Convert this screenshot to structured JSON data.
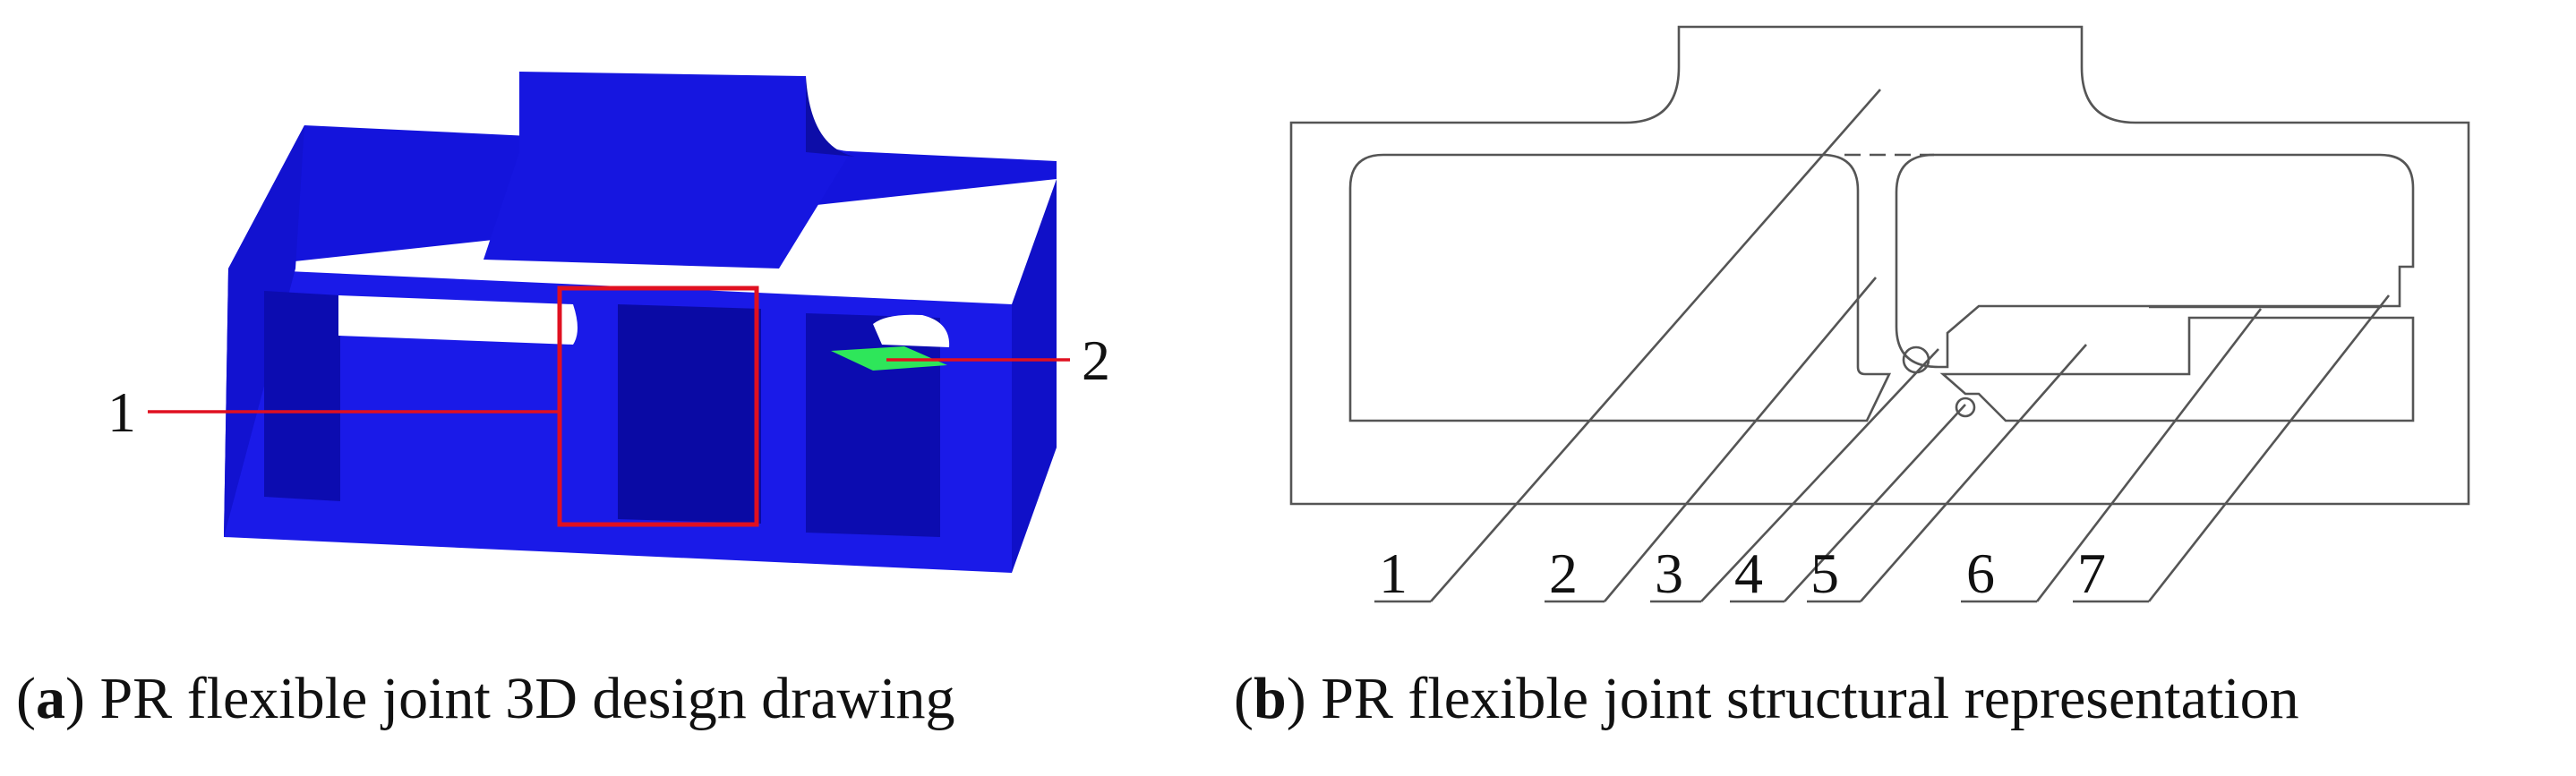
{
  "panel_a": {
    "caption": {
      "letter": "a",
      "text": "PR flexible joint 3D design drawing"
    },
    "callouts": [
      "1",
      "2"
    ],
    "colors": {
      "body": "#1a1ae6",
      "highlight": "#2ee65a",
      "marker": "#e01020"
    }
  },
  "panel_b": {
    "caption": {
      "letter": "b",
      "text": "PR flexible joint structural representation"
    },
    "labels": [
      "1",
      "2",
      "3",
      "4",
      "5",
      "6",
      "7"
    ],
    "colors": {
      "line": "#555555"
    }
  }
}
